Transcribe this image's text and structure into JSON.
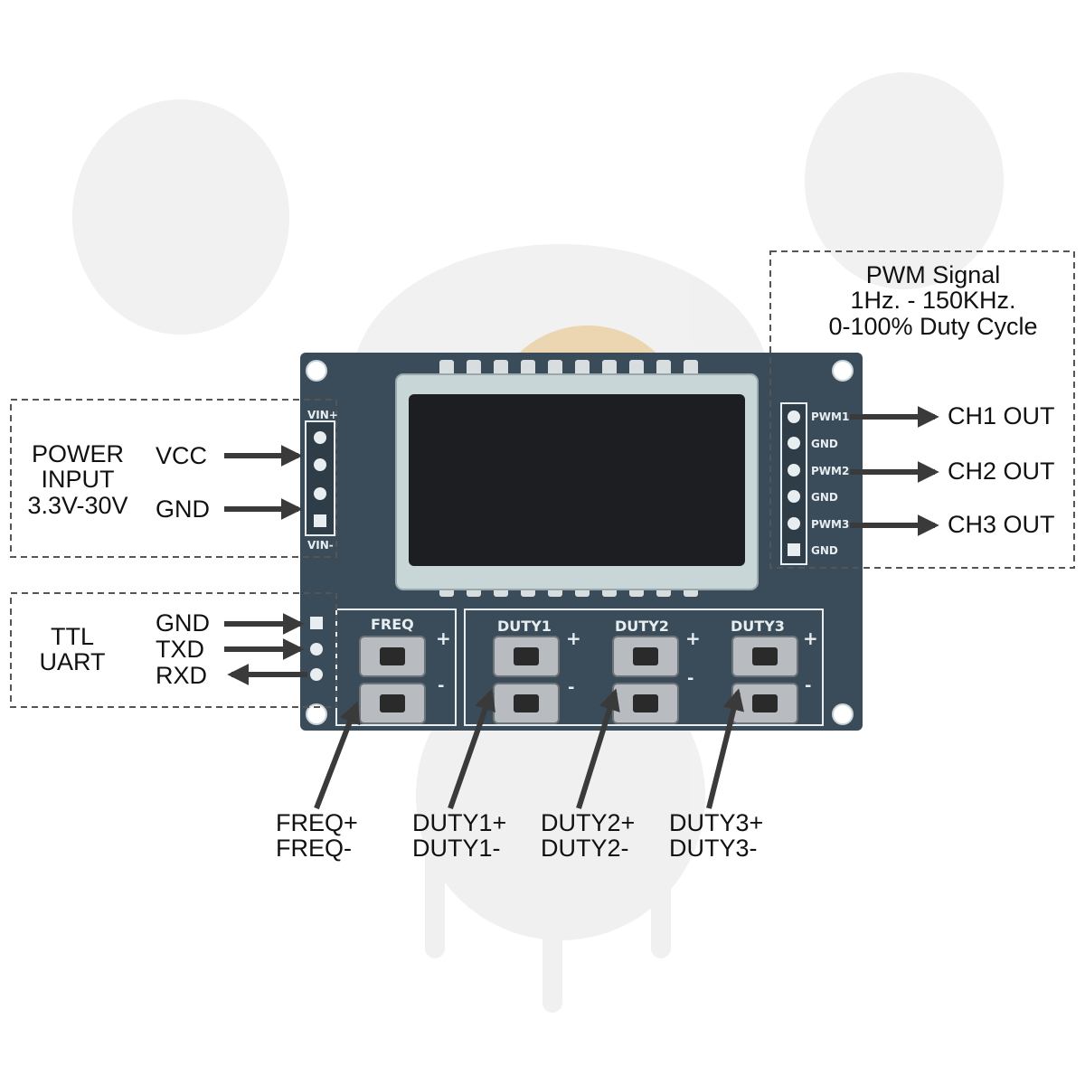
{
  "power": {
    "title_line1": "POWER",
    "title_line2": "INPUT",
    "title_line3": "3.3V-30V",
    "vcc": "VCC",
    "gnd": "GND"
  },
  "uart": {
    "title_line1": "TTL",
    "title_line2": "UART",
    "gnd": "GND",
    "txd": "TXD",
    "rxd": "RXD"
  },
  "pwm": {
    "line1": "PWM Signal",
    "line2": "1Hz. - 150KHz.",
    "line3": "0-100% Duty Cycle",
    "ch1": "CH1 OUT",
    "ch2": "CH2 OUT",
    "ch3": "CH3 OUT"
  },
  "board": {
    "vin_plus": "VIN+",
    "vin_minus": "VIN-",
    "pwm1": "PWM1",
    "pwm2": "PWM2",
    "pwm3": "PWM3",
    "gnd": "GND",
    "freq": "FREQ",
    "duty1": "DUTY1",
    "duty2": "DUTY2",
    "duty3": "DUTY3",
    "plus": "+",
    "minus": "-"
  },
  "buttons": {
    "freq_plus": "FREQ+",
    "freq_minus": "FREQ-",
    "duty1_plus": "DUTY1+",
    "duty1_minus": "DUTY1-",
    "duty2_plus": "DUTY2+",
    "duty2_minus": "DUTY2-",
    "duty3_plus": "DUTY3+",
    "duty3_minus": "DUTY3-"
  },
  "colors": {
    "pcb": "#3a4c5a",
    "arrow": "#3a3a3a",
    "lcd": "#1c1e21"
  }
}
